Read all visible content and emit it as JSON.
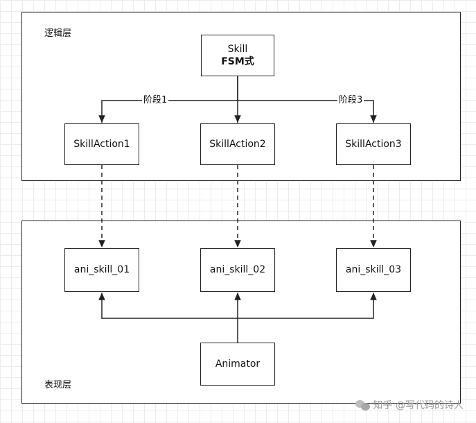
{
  "layers": {
    "logic_label": "逻辑层",
    "presentation_label": "表现层"
  },
  "nodes": {
    "skill": {
      "line1": "Skill",
      "line2": "FSM式"
    },
    "action1": "SkillAction1",
    "action2": "SkillAction2",
    "action3": "SkillAction3",
    "ani1": "ani_skill_01",
    "ani2": "ani_skill_02",
    "ani3": "ani_skill_03",
    "animator": "Animator"
  },
  "edges": {
    "stage1": "阶段1",
    "stage3": "阶段3"
  },
  "watermark": {
    "text": "知乎 @写代码的诗人",
    "icon": "wechat-icon"
  }
}
